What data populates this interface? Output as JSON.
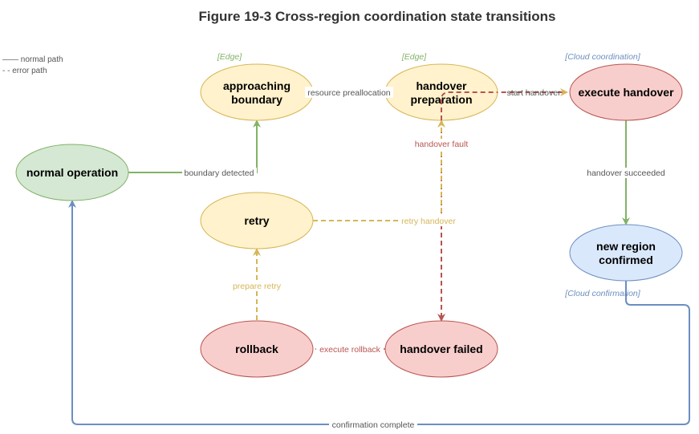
{
  "title": "Figure 19-3 Cross-region coordination state transitions",
  "legend": {
    "normal": "—— normal path",
    "error": "- - error path"
  },
  "colors": {
    "green_fill": "#d5e8d4",
    "green_stroke": "#82b366",
    "yellow_fill": "#fff2cc",
    "yellow_stroke": "#d6b656",
    "red_fill": "#f8cecc",
    "red_stroke": "#b85450",
    "blue_fill": "#dae8fc",
    "blue_stroke": "#6c8ebf",
    "label_gray": "#555555",
    "label_red": "#b85450",
    "label_yellow": "#d6b656"
  },
  "zones": [
    {
      "id": "edge1",
      "text": "[Edge]",
      "color": "#82b366"
    },
    {
      "id": "edge2",
      "text": "[Edge]",
      "color": "#82b366"
    },
    {
      "id": "cloud-coord",
      "text": "[Cloud coordination]",
      "color": "#6c8ebf"
    },
    {
      "id": "cloud-confirm",
      "text": "[Cloud confirmation]",
      "color": "#6c8ebf"
    }
  ],
  "states": [
    {
      "id": "normal-operation",
      "lines": [
        "normal operation"
      ],
      "theme": "green"
    },
    {
      "id": "approaching-boundary",
      "lines": [
        "approaching",
        "boundary"
      ],
      "theme": "yellow"
    },
    {
      "id": "handover-preparation",
      "lines": [
        "handover",
        "preparation"
      ],
      "theme": "yellow"
    },
    {
      "id": "execute-handover",
      "lines": [
        "execute handover"
      ],
      "theme": "red"
    },
    {
      "id": "new-region-confirmed",
      "lines": [
        "new region",
        "confirmed"
      ],
      "theme": "blue"
    },
    {
      "id": "retry",
      "lines": [
        "retry"
      ],
      "theme": "yellow"
    },
    {
      "id": "rollback",
      "lines": [
        "rollback"
      ],
      "theme": "red"
    },
    {
      "id": "handover-failed",
      "lines": [
        "handover failed"
      ],
      "theme": "red"
    }
  ],
  "transitions": [
    {
      "id": "boundary-detected",
      "from": "normal-operation",
      "to": "approaching-boundary",
      "label": "boundary detected",
      "style": "solid",
      "color": "green"
    },
    {
      "id": "resource-preallocation",
      "from": "approaching-boundary",
      "to": "handover-preparation",
      "label": "resource preallocation",
      "style": "solid",
      "color": "yellow"
    },
    {
      "id": "start-handover",
      "from": "handover-preparation",
      "to": "execute-handover",
      "label": "start handover",
      "style": "dashed",
      "color": "red"
    },
    {
      "id": "handover-succeeded",
      "from": "execute-handover",
      "to": "new-region-confirmed",
      "label": "handover succeeded",
      "style": "solid",
      "color": "green"
    },
    {
      "id": "handover-fault",
      "from": "handover-preparation",
      "to": "handover-failed",
      "label": "handover fault",
      "style": "dashed",
      "color": "red"
    },
    {
      "id": "execute-rollback",
      "from": "handover-failed",
      "to": "rollback",
      "label": "execute rollback",
      "style": "dashed",
      "color": "red"
    },
    {
      "id": "prepare-retry",
      "from": "rollback",
      "to": "retry",
      "label": "prepare retry",
      "style": "dashed",
      "color": "yellow"
    },
    {
      "id": "retry-handover",
      "from": "retry",
      "to": "handover-preparation",
      "label": "retry handover",
      "style": "dashed",
      "color": "yellow"
    },
    {
      "id": "confirmation-complete",
      "from": "new-region-confirmed",
      "to": "normal-operation",
      "label": "confirmation complete",
      "style": "solid",
      "color": "blue"
    }
  ]
}
